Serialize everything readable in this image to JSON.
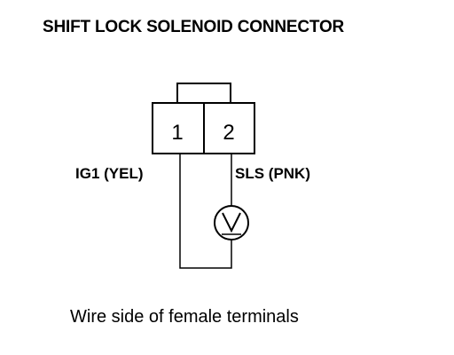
{
  "diagram": {
    "title": "SHIFT LOCK SOLENOID CONNECTOR",
    "connector": {
      "pins": [
        "1",
        "2"
      ]
    },
    "wires": {
      "left_label": "IG1 (YEL)",
      "right_label": "SLS (PNK)"
    },
    "meter": {
      "symbol": "V",
      "icon": "voltmeter-icon"
    },
    "caption": "Wire side of female terminals"
  }
}
